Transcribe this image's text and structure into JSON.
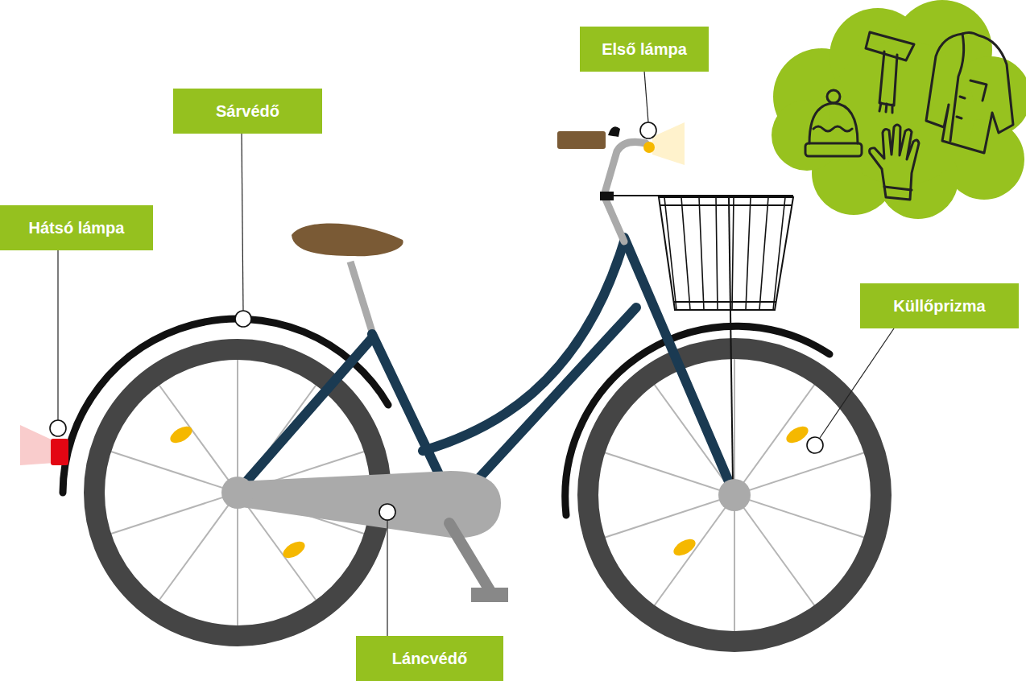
{
  "diagram": {
    "nodes": [
      {
        "text": [
          "Első lámpa"
        ]
      },
      {
        "text": [
          "Sárvédő"
        ]
      },
      {
        "text": [
          "Hátsó lámpa"
        ]
      },
      {
        "text": [
          "Küllőprizma"
        ]
      },
      {
        "text": [
          "Láncvédő"
        ]
      }
    ]
  }
}
